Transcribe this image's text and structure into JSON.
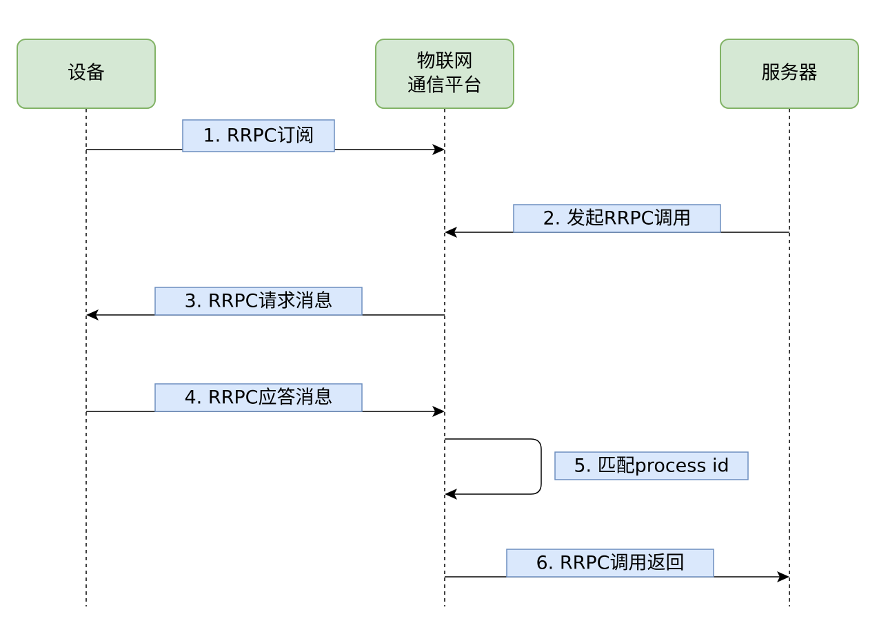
{
  "participants": {
    "device": "设备",
    "platform_line1": "物联网",
    "platform_line2": "通信平台",
    "server": "服务器"
  },
  "messages": [
    {
      "label": "1.  RRPC订阅",
      "from": "device",
      "to": "platform"
    },
    {
      "label": "2.  发起RRPC调用",
      "from": "server",
      "to": "platform"
    },
    {
      "label": "3.  RRPC请求消息",
      "from": "platform",
      "to": "device"
    },
    {
      "label": "4.  RRPC应答消息",
      "from": "device",
      "to": "platform"
    },
    {
      "label": "5.  匹配process id",
      "from": "platform",
      "to": "platform"
    },
    {
      "label": "6.  RRPC调用返回",
      "from": "platform",
      "to": "server"
    }
  ],
  "colors": {
    "participant_fill": "#d5e8d4",
    "participant_border": "#82b366",
    "label_fill": "#dae8fc",
    "label_border": "#6c8ebf",
    "line": "#000000"
  }
}
